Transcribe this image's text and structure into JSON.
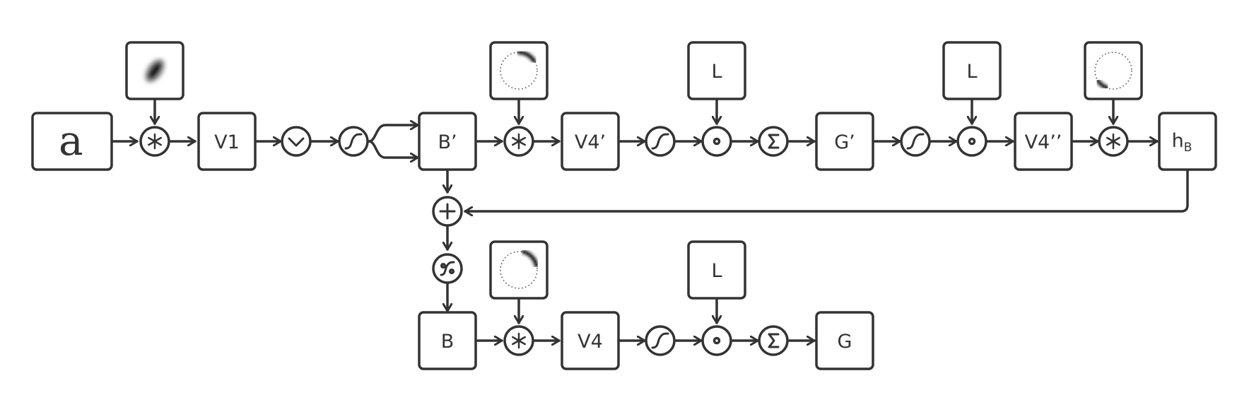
{
  "diagram": {
    "input": {
      "glyph": "a"
    },
    "top_row": {
      "v1": "V1",
      "b_prime": "B’",
      "v4_prime": "V4’",
      "g_prime": "G’",
      "v4_double_prime": "V4’’",
      "h_b_main": "h",
      "h_b_sub": "B"
    },
    "kernels": {
      "l_1": "L",
      "l_2": "L",
      "l_3": "L"
    },
    "bottom_row": {
      "b": "B",
      "v4": "V4",
      "g": "G"
    },
    "colors": {
      "stroke": "#333333",
      "background": "#ffffff"
    },
    "icons": {
      "convolution": "asterisk-icon",
      "rectification": "check-v-icon",
      "nonlinearity": "sigmoid-icon",
      "product": "dot-icon",
      "sum": "sigma-icon",
      "add": "plus-icon",
      "divisive": "divisive-sigmoid-icon",
      "oriented_filter": "oriented-blob-icon",
      "ring_filter": "ring-filter-icon"
    }
  }
}
